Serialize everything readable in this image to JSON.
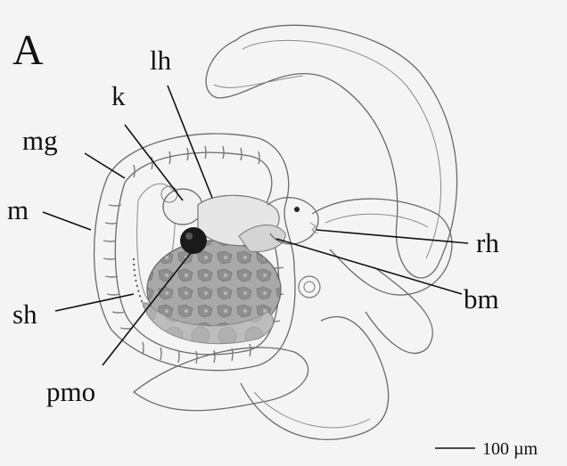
{
  "figure": {
    "panel_label": "A",
    "labels": {
      "lh": "lh",
      "k": "k",
      "mg": "mg",
      "m": "m",
      "sh": "sh",
      "pmo": "pmo",
      "rh": "rh",
      "bm": "bm"
    },
    "scale_bar": "100 µm"
  }
}
